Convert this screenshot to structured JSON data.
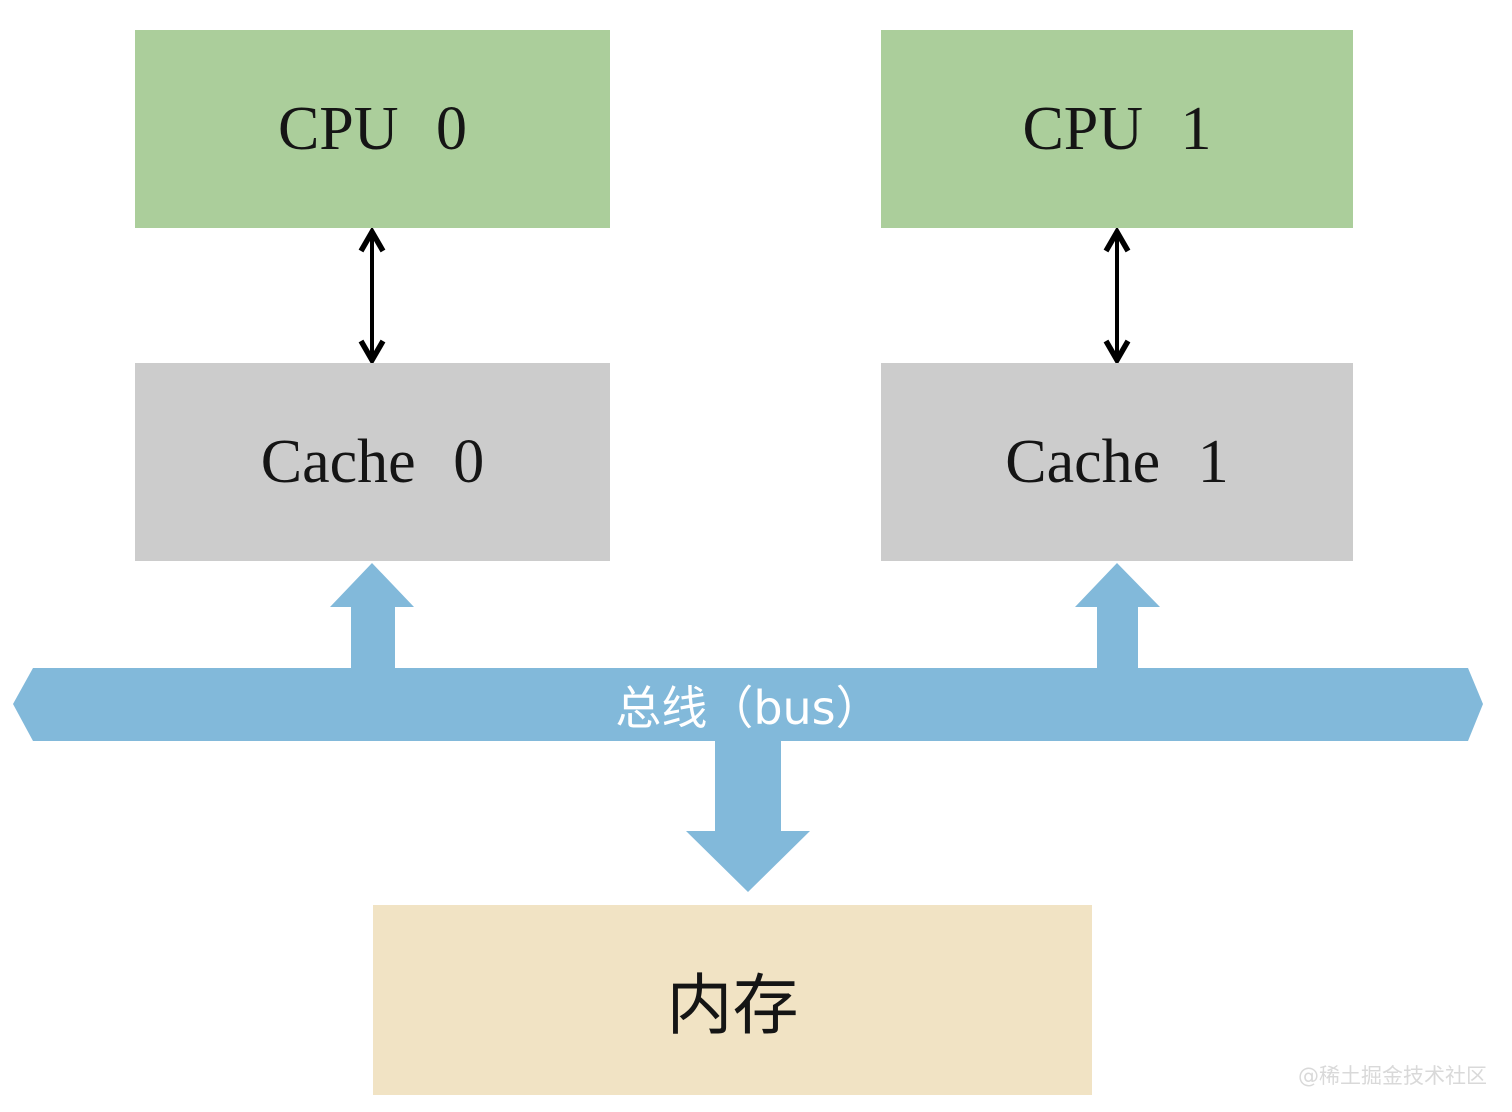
{
  "diagram": {
    "nodes": {
      "cpu0": {
        "label": "CPU 0"
      },
      "cpu1": {
        "label": "CPU 1"
      },
      "cache0": {
        "label": "Cache 0"
      },
      "cache1": {
        "label": "Cache 1"
      },
      "memory": {
        "label": "内存"
      }
    },
    "bus": {
      "label": "总线（bus）"
    },
    "watermark": "@稀土掘金技术社区",
    "colors": {
      "cpu_fill": "#abce9b",
      "cache_fill": "#cccccc",
      "memory_fill": "#f1e3c4",
      "bus_fill": "#82b9da",
      "arrow_stroke": "#000000",
      "bus_text": "#ffffff",
      "node_text": "#151515",
      "watermark_text": "#d9d9d9",
      "page_bg": "#ffffff"
    }
  }
}
